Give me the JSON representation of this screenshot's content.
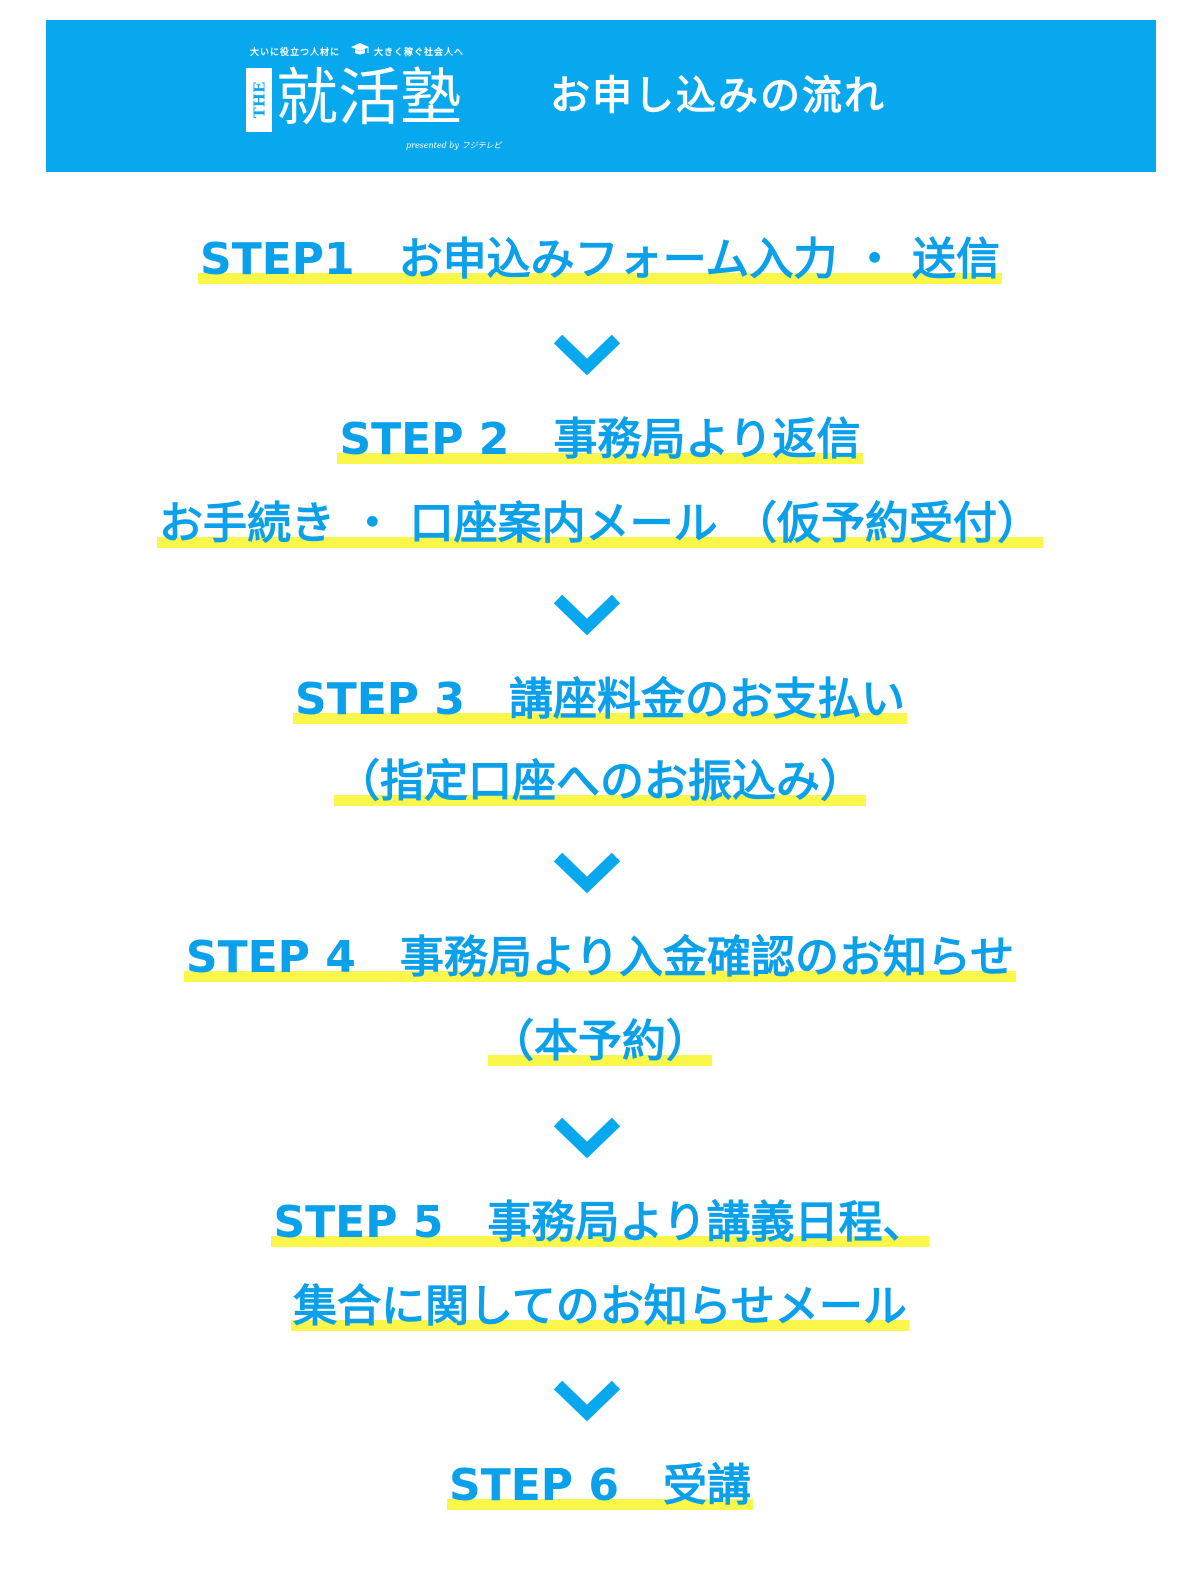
{
  "header": {
    "logo": {
      "tagline_left": "大いに役立つ人材に",
      "tagline_right": "大きく稼ぐ社会人へ",
      "the": "THE",
      "name": "就活塾",
      "presented": "presented by フジテレビ"
    },
    "title": "お申し込みの流れ"
  },
  "steps": [
    {
      "lines": [
        "STEP1　お申込みフォーム入力 ・ 送信"
      ]
    },
    {
      "lines": [
        "STEP 2　事務局より返信",
        "お手続き ・ 口座案内メール （仮予約受付）"
      ]
    },
    {
      "lines": [
        "STEP 3　講座料金のお支払い",
        "（指定口座へのお振込み）"
      ]
    },
    {
      "lines": [
        "STEP 4　事務局より入金確認のお知らせ",
        "（本予約）"
      ]
    },
    {
      "lines": [
        "STEP 5　事務局より講義日程、",
        "集合に関してのお知らせメール"
      ]
    },
    {
      "lines": [
        "STEP 6　受講"
      ]
    }
  ],
  "colors": {
    "header_background": "#08a8ef",
    "step_text": "#0aa0ea",
    "highlight": "#fbf64a",
    "arrow": "#08a8ef"
  },
  "icons": {
    "arrow": "chevron-down-icon",
    "logo": "graduation-cap-icon"
  }
}
